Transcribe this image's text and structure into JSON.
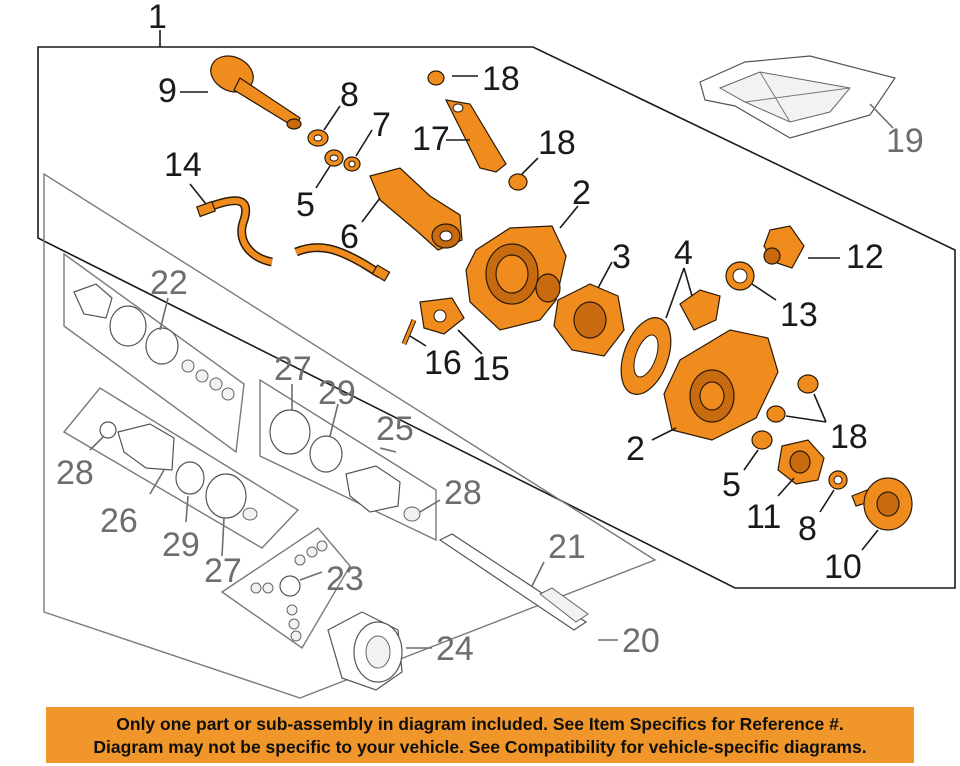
{
  "diagram": {
    "callouts": {
      "c1": "1",
      "c2a": "2",
      "c2b": "2",
      "c3": "3",
      "c4": "4",
      "c5a": "5",
      "c5b": "5",
      "c6": "6",
      "c7": "7",
      "c8a": "8",
      "c8b": "8",
      "c9": "9",
      "c10": "10",
      "c11": "11",
      "c12": "12",
      "c13": "13",
      "c14": "14",
      "c15": "15",
      "c16": "16",
      "c17": "17",
      "c18a": "18",
      "c18b": "18",
      "c18c": "18",
      "c19": "19",
      "c20": "20",
      "c21": "21",
      "c22": "22",
      "c23": "23",
      "c24": "24",
      "c25": "25",
      "c26": "26",
      "c27a": "27",
      "c27b": "27",
      "c28a": "28",
      "c28b": "28",
      "c29a": "29",
      "c29b": "29"
    },
    "colors": {
      "highlight": "#f08c1e",
      "notice_bg": "#f0962a",
      "line_dark": "#1a1a1a",
      "line_grey": "#6e6e6e"
    }
  },
  "notice": {
    "line1": "Only one part or sub-assembly in diagram included. See Item Specifics for Reference #.",
    "line2": "Diagram may not be specific to your vehicle. See Compatibility for vehicle-specific diagrams."
  }
}
